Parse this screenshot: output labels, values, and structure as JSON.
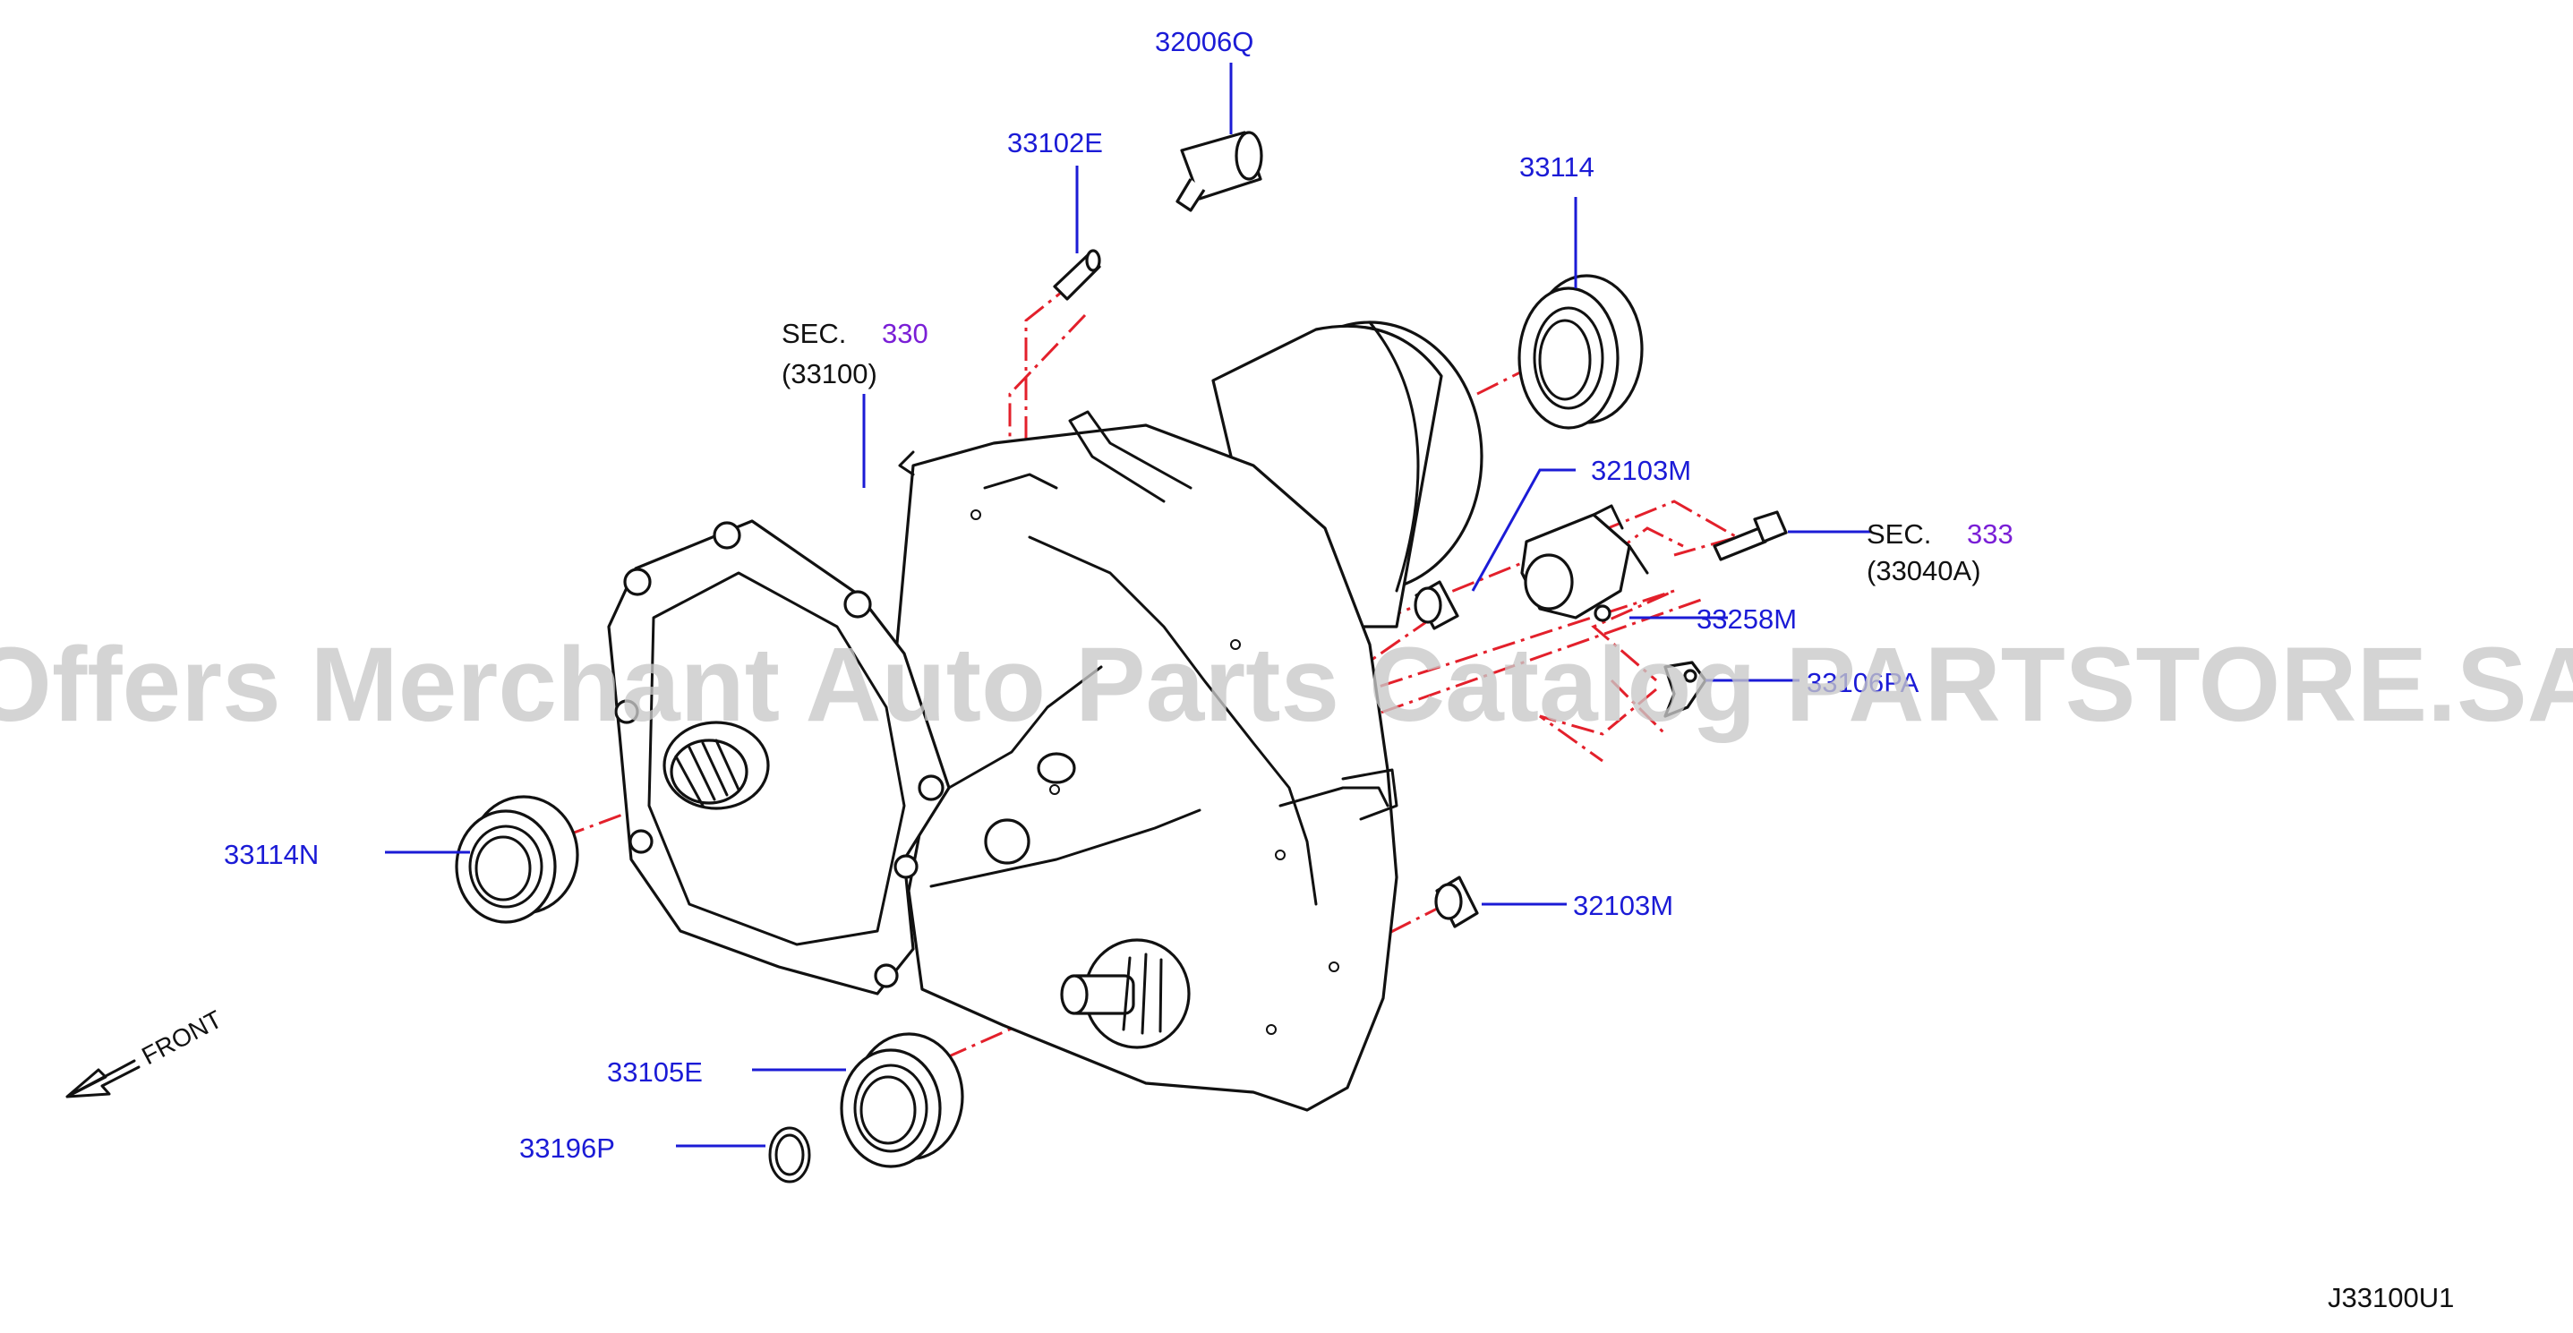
{
  "watermark": "Offers Merchant Auto Parts Catalog PARTSTORE.SA",
  "diagram_id": "J33100U1",
  "front_label": "FRONT",
  "parts": {
    "p32006Q": "32006Q",
    "p33102E": "33102E",
    "p33114": "33114",
    "p32103M_top": "32103M",
    "p33258M": "33258M",
    "p33106": "33106PA",
    "p33114N": "33114N",
    "p32103M_bottom": "32103M",
    "p33105E": "33105E",
    "p33196P": "33196P"
  },
  "sections": {
    "sec330": {
      "prefix": "SEC.",
      "number": "330",
      "ref": "(33100)"
    },
    "sec333": {
      "prefix": "SEC.",
      "number": "333",
      "ref": "(33040A)"
    }
  },
  "colors": {
    "part_label": "#1b1bd6",
    "section_number": "#7a1fd6",
    "phantom_line": "#e3202b",
    "outline": "#111111"
  }
}
